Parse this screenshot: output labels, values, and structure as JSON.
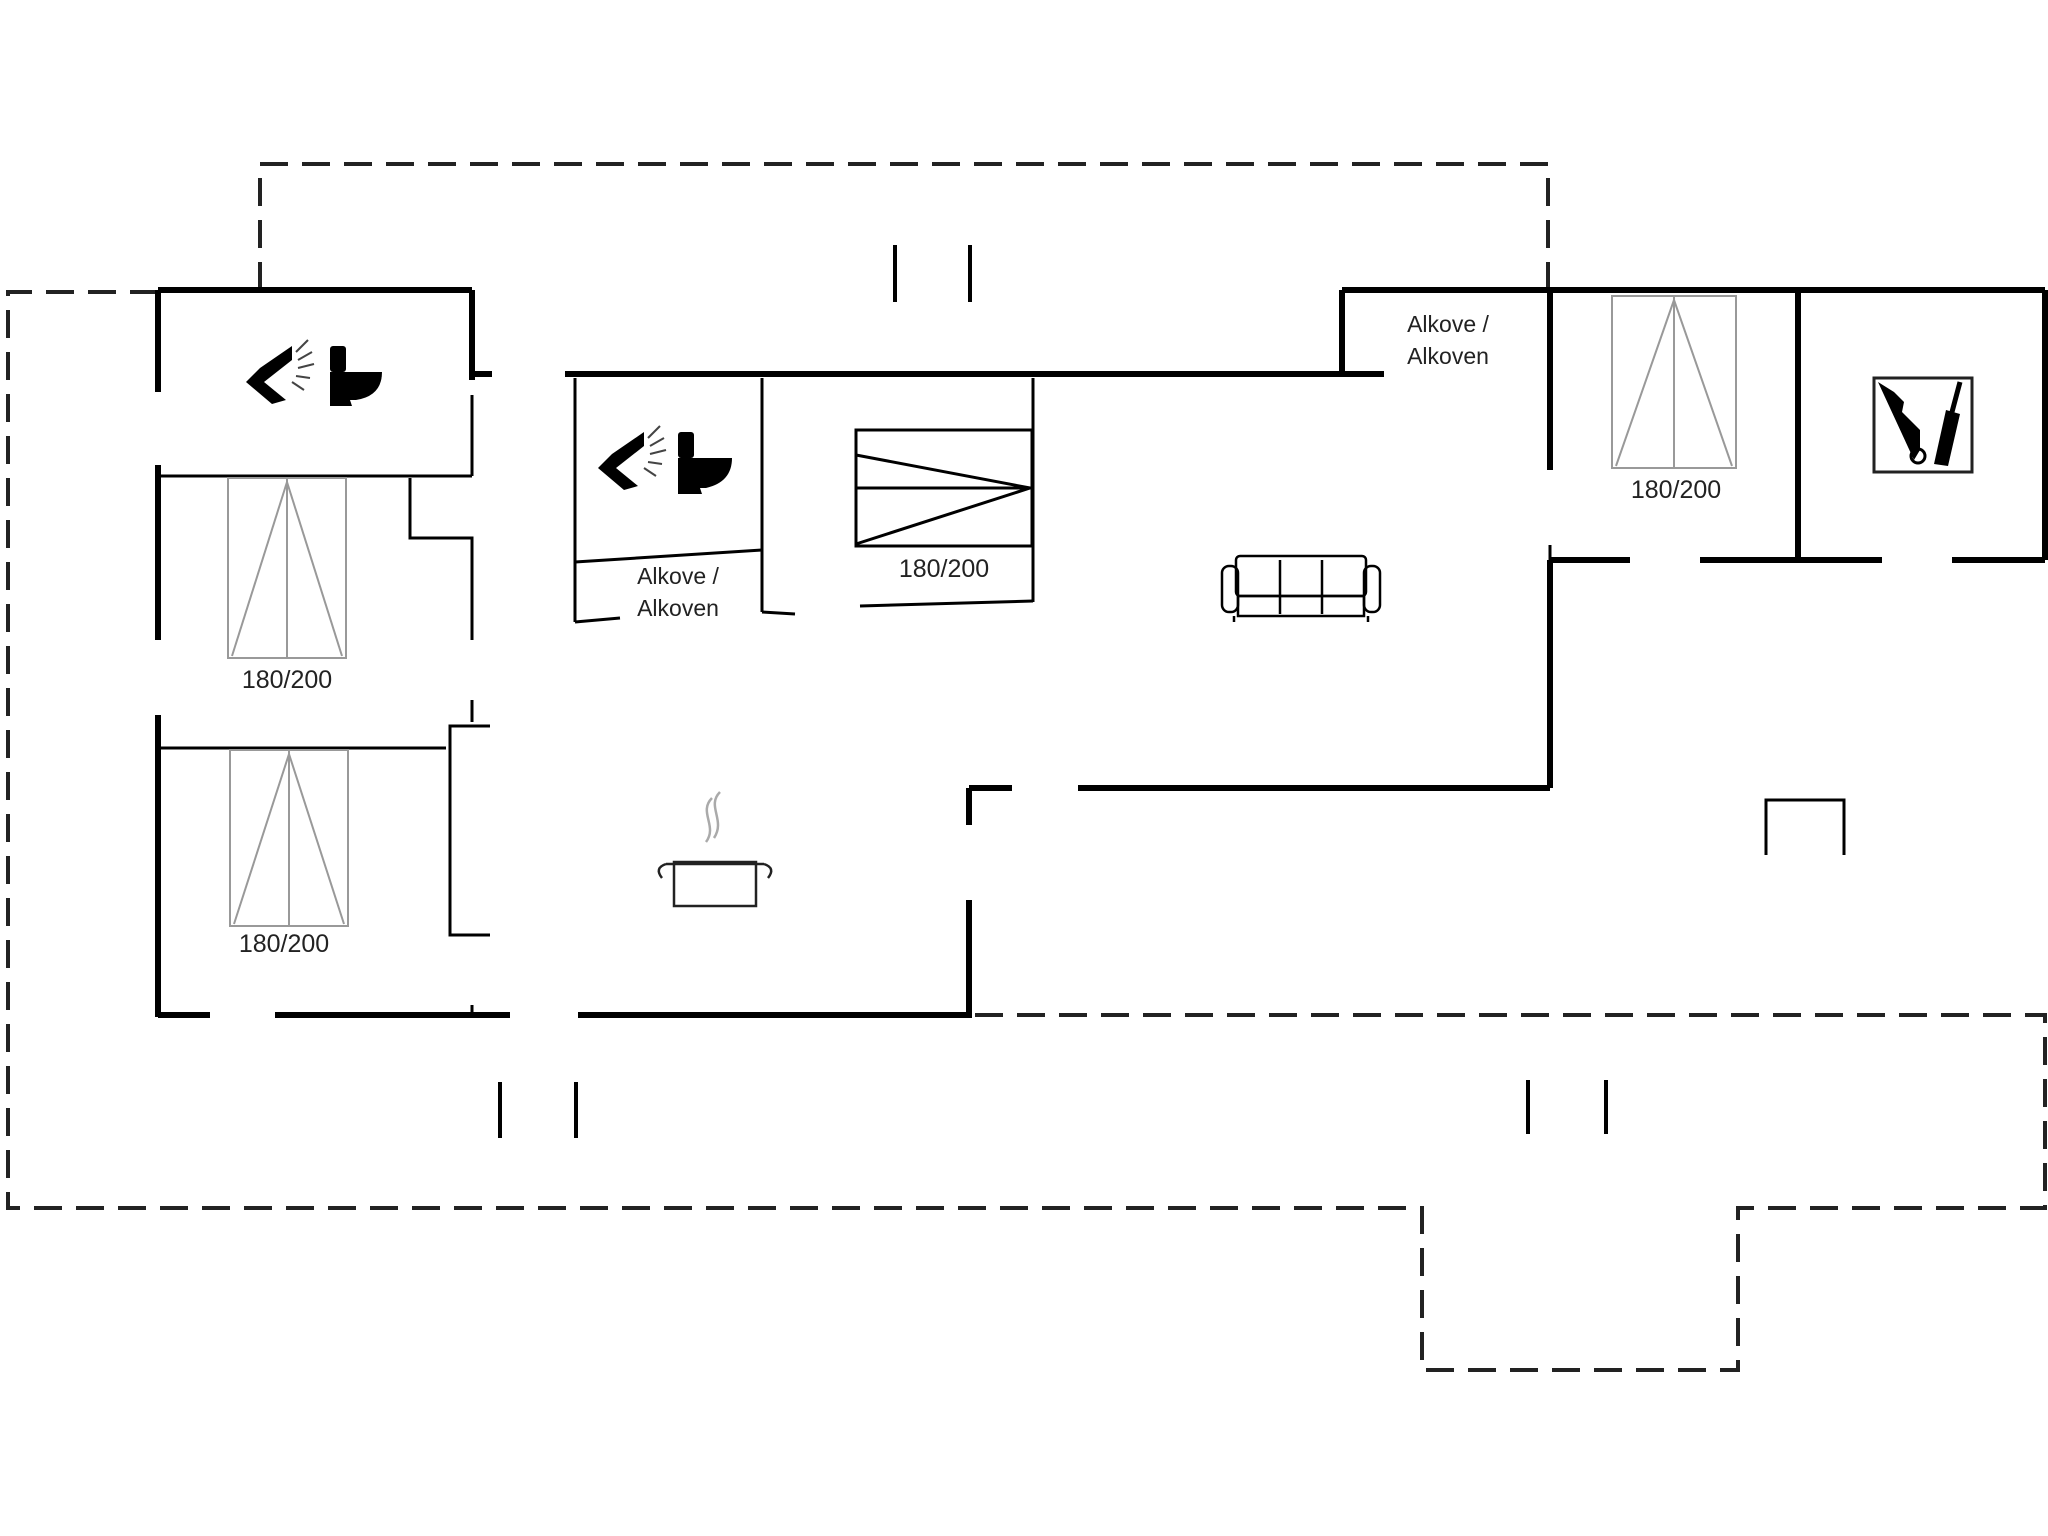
{
  "floorplan": {
    "labels": {
      "alcove_top_right_line1": "Alkove /",
      "alcove_top_right_line2": "Alkoven",
      "alcove_center_line1": "Alkove /",
      "alcove_center_line2": "Alkoven",
      "bed_left_upper": "180/200",
      "bed_left_lower": "180/200",
      "bed_center": "180/200",
      "bed_right": "180/200"
    },
    "icons": [
      "shower-icon",
      "toilet-icon",
      "sofa-icon",
      "cooking-pot-icon",
      "utility-room-icon",
      "fireplace-icon"
    ],
    "colors": {
      "wall": "#000000",
      "outline": "#222222",
      "bed": "#999999"
    }
  }
}
